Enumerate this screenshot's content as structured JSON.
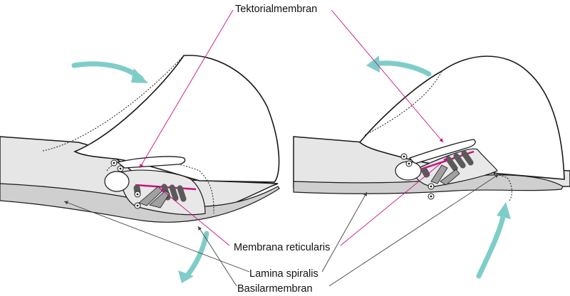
{
  "labels": {
    "tectorial": "Tektorialmembran",
    "reticular": "Membrana reticularis",
    "lamina": "Lamina spiralis",
    "basilar": "Basilarmembran"
  },
  "colors": {
    "arrow": "#7fcdc8",
    "magenta": "#c8127f",
    "tissue": "#e6e6e6",
    "tissue_dark": "#d2d2d2",
    "hair_cell": "#5a5a5a",
    "pillar": "#a0a0a0",
    "outline": "#1a1a1a"
  }
}
